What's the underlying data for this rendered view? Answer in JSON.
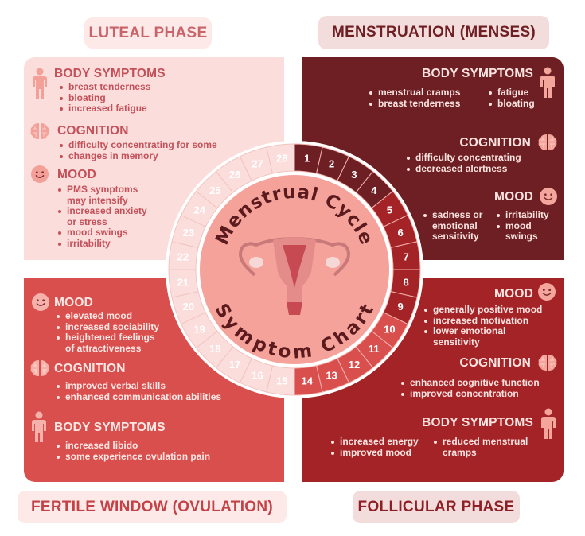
{
  "center": {
    "title_top": "Menstrual Cycle",
    "title_bottom": "Symptom Chart",
    "days": [
      "1",
      "2",
      "3",
      "4",
      "5",
      "6",
      "7",
      "8",
      "9",
      "10",
      "11",
      "12",
      "13",
      "14",
      "15",
      "16",
      "17",
      "18",
      "19",
      "20",
      "21",
      "22",
      "23",
      "24",
      "25",
      "26",
      "27",
      "28"
    ]
  },
  "colors": {
    "menstruation": "#6d1f23",
    "follicular": "#a42327",
    "ovulation": "#d94f4d",
    "luteal": "#fbdedb",
    "center": "#f5a29b"
  },
  "luteal": {
    "title": "LUTEAL PHASE",
    "body": {
      "heading": "BODY SYMPTOMS",
      "items": [
        "breast tenderness",
        "bloating",
        "increased fatigue"
      ]
    },
    "cognition": {
      "heading": "COGNITION",
      "items": [
        "difficulty concentrating for some",
        "changes in memory"
      ]
    },
    "mood": {
      "heading": "MOOD",
      "items": [
        "PMS symptoms\nmay intensify",
        "increased anxiety\nor stress",
        "mood swings",
        "irritability"
      ]
    }
  },
  "menstruation": {
    "title": "MENSTRUATION (MENSES)",
    "body": {
      "heading": "BODY SYMPTOMS",
      "col1": [
        "menstrual cramps",
        "breast tenderness"
      ],
      "col2": [
        "fatigue",
        "bloating"
      ]
    },
    "cognition": {
      "heading": "COGNITION",
      "items": [
        "difficulty concentrating",
        "decreased alertness"
      ]
    },
    "mood": {
      "heading": "MOOD",
      "col1": [
        "sadness or\nemotional\nsensitivity"
      ],
      "col2": [
        "irritability",
        "mood\nswings"
      ]
    }
  },
  "follicular": {
    "title": "FOLLICULAR PHASE",
    "mood": {
      "heading": "MOOD",
      "items": [
        "generally positive mood",
        "increased motivation",
        "lower emotional\nsensitivity"
      ]
    },
    "cognition": {
      "heading": "COGNITION",
      "items": [
        "enhanced cognitive function",
        "improved concentration"
      ]
    },
    "body": {
      "heading": "BODY SYMPTOMS",
      "col1": [
        "increased energy",
        "improved mood"
      ],
      "col2": [
        "reduced menstrual\ncramps"
      ]
    }
  },
  "fertile": {
    "title": "FERTILE WINDOW (OVULATION)",
    "mood": {
      "heading": "MOOD",
      "items": [
        "elevated mood",
        "increased sociability",
        "heightened feelings\nof attractiveness"
      ]
    },
    "cognition": {
      "heading": "COGNITION",
      "items": [
        "improved verbal skills",
        "enhanced communication abilities"
      ]
    },
    "body": {
      "heading": "BODY SYMPTOMS",
      "items": [
        "increased libido",
        "some experience ovulation pain"
      ]
    }
  }
}
